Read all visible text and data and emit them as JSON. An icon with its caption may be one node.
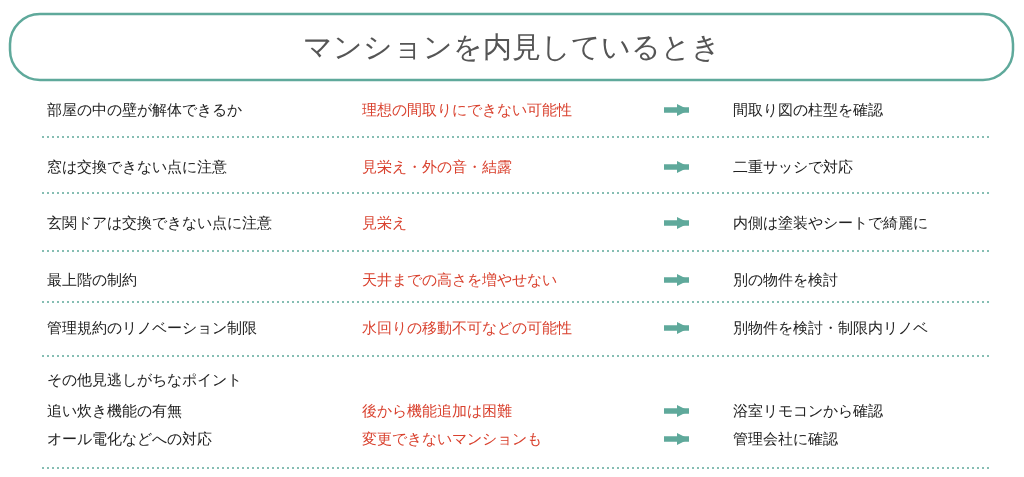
{
  "diagram": {
    "title": "マンションを内見しているとき",
    "nodes": [
      {
        "text": [
          "理想の間取りにできない可能性"
        ]
      },
      {
        "text": [
          "間取り図の柱型を確認"
        ]
      },
      {
        "text": [
          "見栄え・外の音・結露"
        ]
      },
      {
        "text": [
          "二重サッシで対応"
        ]
      },
      {
        "text": [
          "見栄え"
        ]
      },
      {
        "text": [
          "内側は塗装やシートで綺麗に"
        ]
      },
      {
        "text": [
          "天井までの高さを増やせない"
        ]
      },
      {
        "text": [
          "別の物件を検討"
        ]
      },
      {
        "text": [
          "水回りの移動不可などの可能性"
        ]
      },
      {
        "text": [
          "別物件を検討・制限内リノベ"
        ]
      },
      {
        "text": [
          "後から機能追加は困難"
        ]
      },
      {
        "text": [
          "浴室リモコンから確認"
        ]
      },
      {
        "text": [
          "変更できないマンションも"
        ]
      },
      {
        "text": [
          "管理会社に確認"
        ]
      }
    ],
    "edges": [
      {
        "from": null,
        "to": 1,
        "arrow": "to"
      },
      {
        "from": null,
        "to": 3,
        "arrow": "to"
      },
      {
        "from": null,
        "to": 5,
        "arrow": "to"
      },
      {
        "from": null,
        "to": 7,
        "arrow": "to"
      },
      {
        "from": null,
        "to": 9,
        "arrow": "to"
      },
      {
        "from": null,
        "to": 11,
        "arrow": "to"
      },
      {
        "from": null,
        "to": 13,
        "arrow": "to"
      }
    ],
    "labels": [
      "部屋の中の壁が解体できるか",
      "窓は交換できない点に注意",
      "玄関ドアは交換できない点に注意",
      "最上階の制約",
      "管理規約のリノベーション制限",
      "その他見逃しがちなポイント",
      "追い炊き機能の有無",
      "オール電化などへの対応"
    ]
  }
}
